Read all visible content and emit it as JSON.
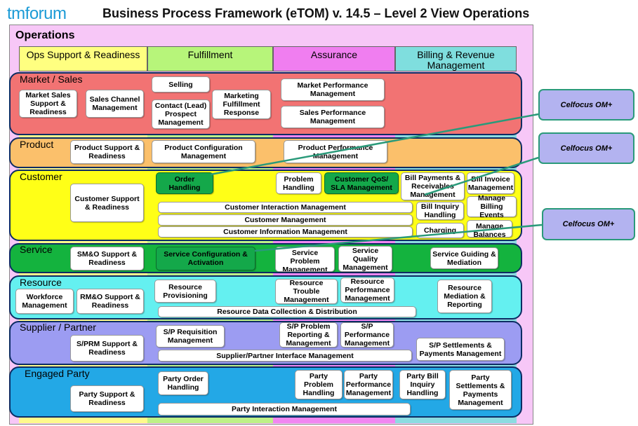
{
  "header": {
    "logo": "tmforum",
    "title": "Business Process Framework (eTOM) v. 14.5 – Level 2 View Operations"
  },
  "operations": {
    "label": "Operations"
  },
  "columns": [
    {
      "label": "Ops Support & Readiness",
      "color": "#ffff80"
    },
    {
      "label": "Fulfillment",
      "color": "#b7f57a"
    },
    {
      "label": "Assurance",
      "color": "#f07ef0"
    },
    {
      "label": "Billing & Revenue Management",
      "color": "#7fdede"
    }
  ],
  "rows": [
    {
      "label": "Market / Sales",
      "color": "#f27373"
    },
    {
      "label": "Product",
      "color": "#fbc06b"
    },
    {
      "label": "Customer",
      "color": "#ffff17"
    },
    {
      "label": "Service",
      "color": "#14b33e"
    },
    {
      "label": "Resource",
      "color": "#64f0f0"
    },
    {
      "label": "Supplier / Partner",
      "color": "#9c9cf2"
    },
    {
      "label": "Engaged Party",
      "color": "#23a8e6"
    }
  ],
  "boxes": {
    "market_sales_support": "Market Sales Support & Readiness",
    "sales_channel": "Sales Channel Management",
    "selling": "Selling",
    "contact_prospect": "Contact (Lead) Prospect Management",
    "marketing_fulfillment": "Marketing Fulfillment Response",
    "market_performance": "Market Performance Management",
    "sales_performance": "Sales Performance Management",
    "product_support": "Product Support & Readiness",
    "product_configuration": "Product Configuration Management",
    "product_performance": "Product Performance Management",
    "customer_support": "Customer Support & Readiness",
    "order_handling": "Order Handling",
    "problem_handling": "Problem Handling",
    "customer_qos": "Customer QoS/ SLA Management",
    "bill_payments": "Bill Payments & Receivables Management",
    "bill_invoice": "Bill Invoice Management",
    "bill_inquiry": "Bill Inquiry Handling",
    "manage_billing_events": "Manage Billing Events",
    "charging": "Charging",
    "manage_balances": "Manage Balances",
    "customer_interaction": "Customer Interaction Management",
    "customer_management": "Customer Management",
    "customer_information": "Customer Information Management",
    "smo_support": "SM&O Support & Readiness",
    "service_configuration": "Service Configuration & Activation",
    "service_problem": "Service Problem Management",
    "service_quality": "Service Quality Management",
    "service_guiding": "Service Guiding & Mediation",
    "workforce": "Workforce Management",
    "rmo_support": "RM&O Support & Readiness",
    "resource_provisioning": "Resource Provisioning",
    "resource_trouble": "Resource Trouble Management",
    "resource_performance": "Resource Performance Management",
    "resource_mediation": "Resource Mediation & Reporting",
    "resource_data": "Resource Data Collection & Distribution",
    "sprm_support": "S/PRM Support & Readiness",
    "sp_requisition": "S/P Requisition Management",
    "sp_problem": "S/P Problem Reporting & Management",
    "sp_performance": "S/P Performance Management",
    "sp_settlements": "S/P Settlements & Payments Management",
    "sp_interface": "Supplier/Partner Interface Management",
    "party_support": "Party Support & Readiness",
    "party_order": "Party Order Handling",
    "party_problem": "Party Problem Handling",
    "party_performance": "Party Performance Management",
    "party_bill_inquiry": "Party Bill Inquiry Handling",
    "party_settlements": "Party Settlements & Payments Management",
    "party_interaction": "Party Interaction Management"
  },
  "callouts": [
    "Celfocus OM+",
    "Celfocus OM+",
    "Celfocus OM+"
  ],
  "colors": {
    "highlight": "#14a84a",
    "callout_fill": "#b3b3f0",
    "connector": "#2a9a7a",
    "row_border": "#0d2c63"
  }
}
